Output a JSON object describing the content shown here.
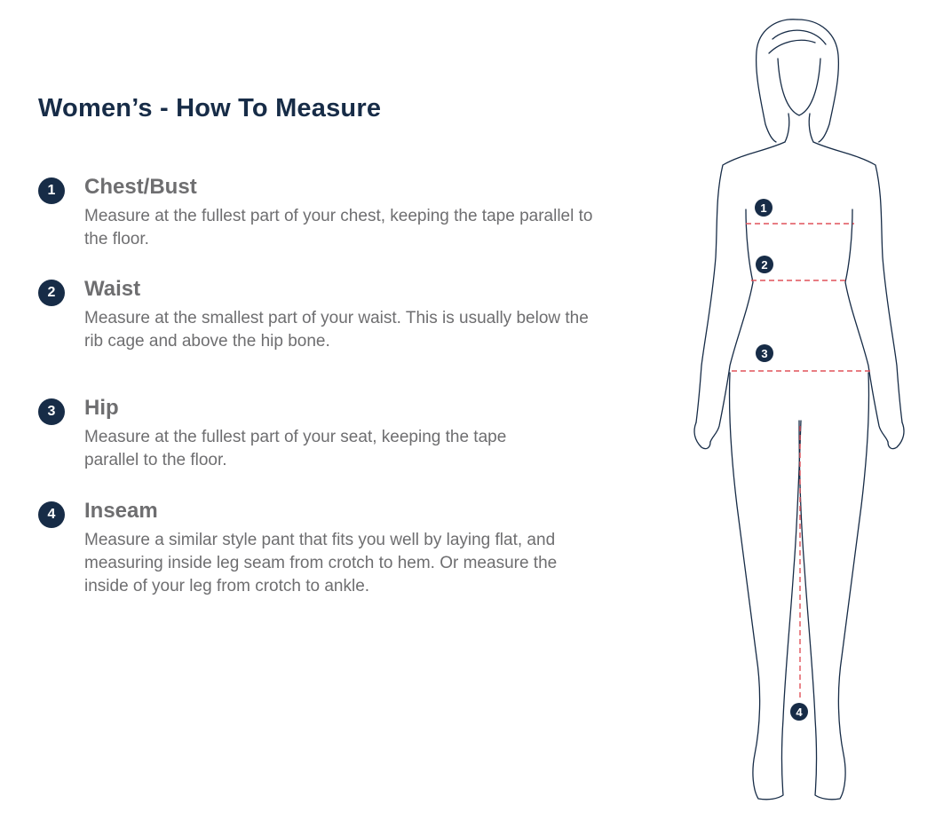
{
  "page": {
    "title": "Women’s - How To Measure"
  },
  "steps": [
    {
      "number": "1",
      "heading": "Chest/Bust",
      "text": "Measure at the fullest part of your chest, keeping the tape parallel to the floor."
    },
    {
      "number": "2",
      "heading": "Waist",
      "text": "Measure at the smallest part of your waist. This is usually below the rib cage and above the hip bone."
    },
    {
      "number": "3",
      "heading": "Hip",
      "text": "Measure at the fullest part of your seat, keeping the tape parallel to the floor."
    },
    {
      "number": "4",
      "heading": "Inseam",
      "text": "Measure a similar style pant that fits you well by laying flat, and measuring inside leg seam from crotch to hem. Or measure the inside of your leg from crotch to ankle."
    }
  ],
  "figure": {
    "markers": [
      "1",
      "2",
      "3",
      "4"
    ]
  },
  "colors": {
    "navy": "#172c47",
    "text_gray": "#6e6e70",
    "measure_line": "#e0525a"
  }
}
